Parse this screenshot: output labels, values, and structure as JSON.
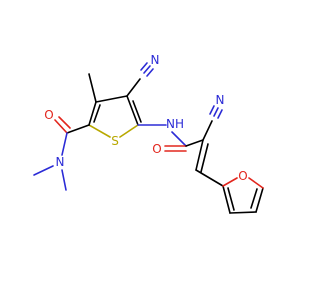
{
  "molecule": {
    "atoms": {
      "nitrile_top_c": "C",
      "nitrile_top_n": "N",
      "nitrile_right_c": "C",
      "nitrile_right_n": "N",
      "amide_nh": "NH",
      "thiophene_s": "S",
      "carboxamide_o": "O",
      "carboxamide_n": "N",
      "acrylamide_o": "O",
      "furan_o": "O"
    },
    "colors": {
      "carbon": "#000000",
      "nitrogen": "#2b2bd6",
      "oxygen": "#e2261d",
      "sulfur": "#b8a800"
    }
  }
}
